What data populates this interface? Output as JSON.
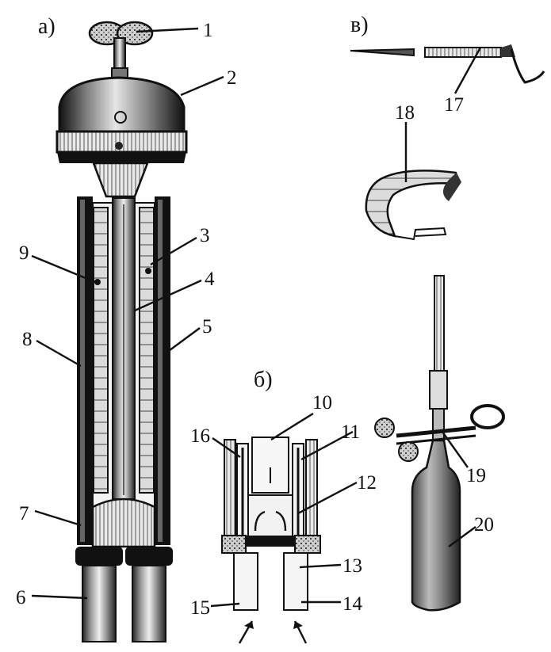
{
  "panels": {
    "a": "а)",
    "b": "б)",
    "v": "в)"
  },
  "labels": {
    "n1": "1",
    "n2": "2",
    "n3": "3",
    "n4": "4",
    "n5": "5",
    "n6": "6",
    "n7": "7",
    "n8": "8",
    "n9": "9",
    "n10": "10",
    "n11": "11",
    "n12": "12",
    "n13": "13",
    "n14": "14",
    "n15": "15",
    "n16": "16",
    "n17": "17",
    "n18": "18",
    "n19": "19",
    "n20": "20"
  }
}
